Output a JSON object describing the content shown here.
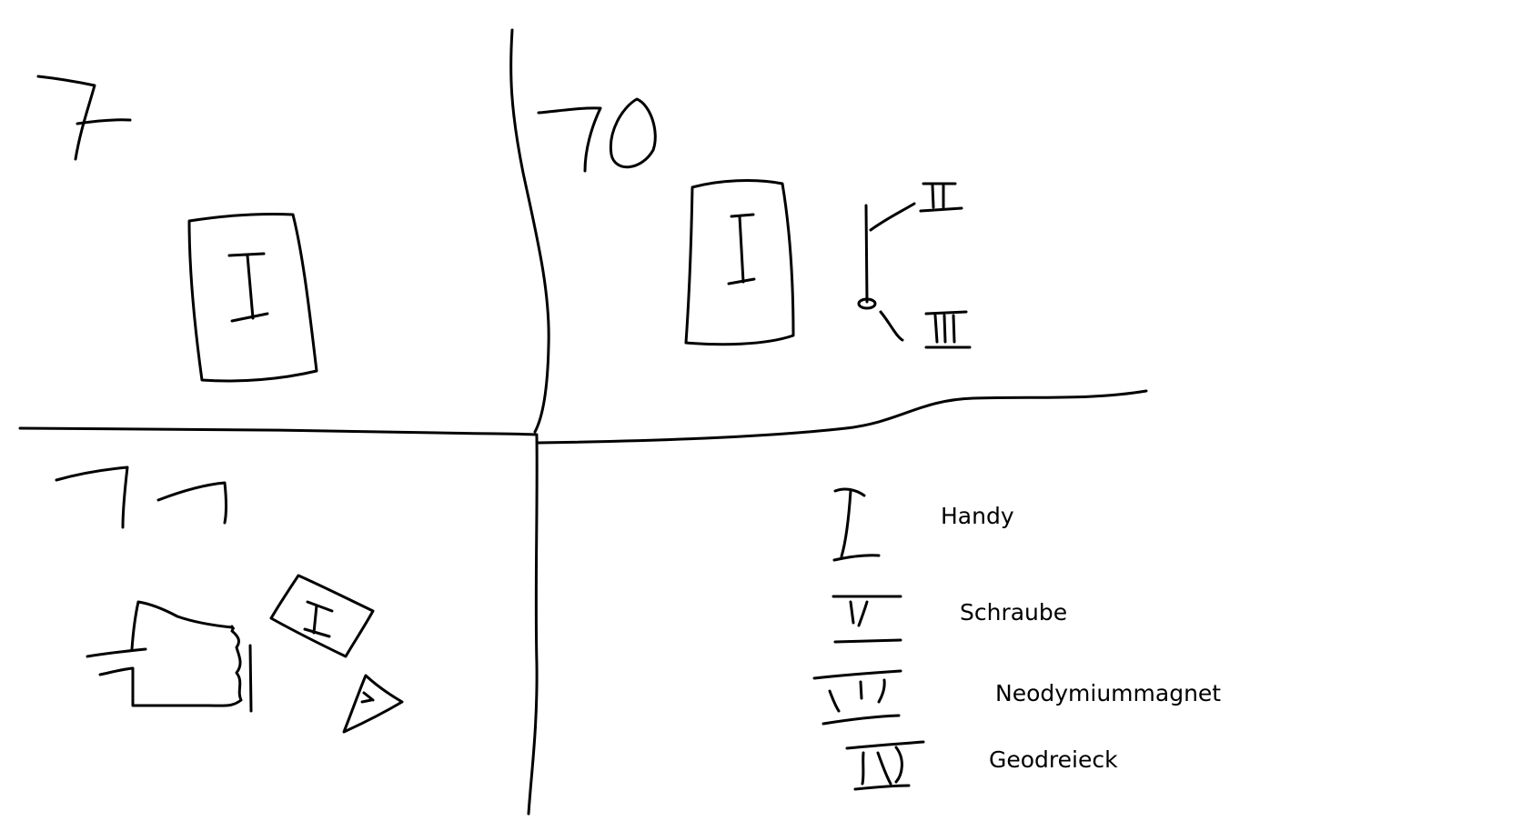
{
  "stroke_color": "#000000",
  "background_color": "#ffffff",
  "quadrants": [
    {
      "number_glyph": "7",
      "items": [
        "phone-I"
      ],
      "number_icon": "handwritten-seven"
    },
    {
      "number_glyph": "70",
      "items": [
        "phone-I",
        "screw-II",
        "magnet-III"
      ],
      "number_icon": "handwritten-seventy"
    },
    {
      "number_glyph": "77",
      "items": [
        "hand",
        "phone-I",
        "set-square-IV"
      ],
      "number_icon": "handwritten-seventy-seven"
    }
  ],
  "legend": [
    {
      "numeral": "I",
      "label": "Handy"
    },
    {
      "numeral": "II",
      "label": "Schraube"
    },
    {
      "numeral": "III",
      "label": "Neodymiummagnet"
    },
    {
      "numeral": "IV",
      "label": "Geodreieck"
    }
  ]
}
